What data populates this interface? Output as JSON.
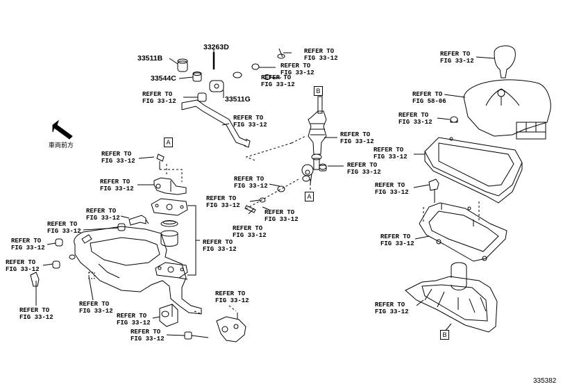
{
  "refer_to_fig_33_12": "REFER TO\nFIG 33-12",
  "refer_to_fig_58_06": "REFER TO\nFIG 58-06",
  "part_numbers": {
    "p33263D": "33263D",
    "p33511B": "33511B",
    "p33544C": "33544C",
    "p33511G": "33511G"
  },
  "view_markers": {
    "A": "A",
    "B": "B"
  },
  "direction_label": "車両前方",
  "illustration_number": "335382"
}
